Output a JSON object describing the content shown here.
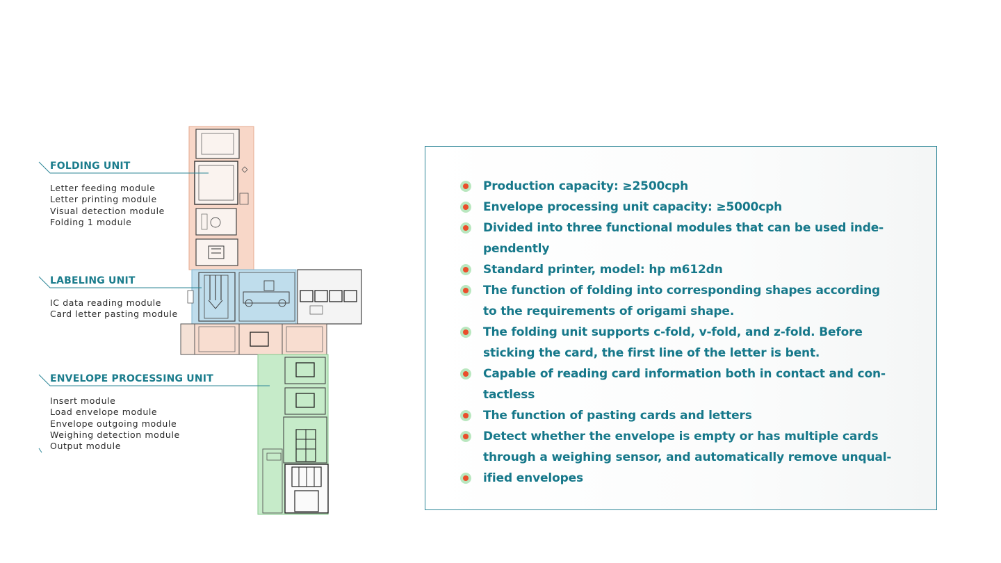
{
  "diagram": {
    "units": [
      {
        "title": "FOLDING UNIT",
        "modules": [
          "Letter feeding module",
          "Letter printing module",
          "Visual detection module",
          "Folding 1 module"
        ]
      },
      {
        "title": "LABELING UNIT",
        "modules": [
          "IC data reading module",
          "Card letter pasting module"
        ]
      },
      {
        "title": "ENVELOPE PROCESSING UNIT",
        "modules": [
          "Insert module",
          "Load envelope module",
          "Envelope outgoing module",
          "Weighing detection module",
          "Output module"
        ]
      }
    ],
    "colors": {
      "folding": "#f6c9b6",
      "labeling": "#a9d2e6",
      "envelope": "#b3e4b7",
      "title": "#1a7c8c"
    }
  },
  "features": {
    "colors": {
      "text": "#16788a",
      "border": "#2b8596",
      "bullet_outer": "#b9e7bf",
      "bullet_inner": "#ea4e2c"
    },
    "bullets": [
      [
        "Production capacity: ≥2500cph"
      ],
      [
        "Envelope processing unit capacity: ≥5000cph"
      ],
      [
        "Divided into three functional modules that can be used inde-",
        "pendently"
      ],
      [
        "Standard printer, model: hp m612dn"
      ],
      [
        "The function of folding into corresponding shapes according",
        "to the requirements of origami shape."
      ],
      [
        "The folding unit supports c-fold, v-fold, and z-fold. Before",
        "sticking the card, the first line of the letter is bent."
      ],
      [
        "Capable of reading card information both in contact and con-",
        "tactless"
      ],
      [
        "The function of pasting cards and letters"
      ],
      [
        "Detect whether the envelope is empty or has multiple cards",
        "through a weighing sensor, and automatically remove unqual-"
      ],
      [
        "ified envelopes"
      ]
    ]
  }
}
